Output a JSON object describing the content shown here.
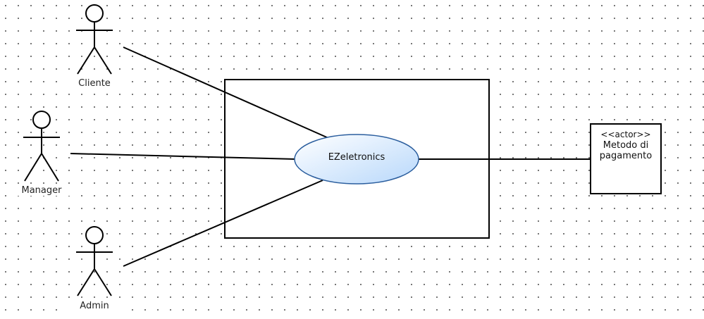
{
  "actors": [
    {
      "id": "cliente",
      "label": "Cliente"
    },
    {
      "id": "manager",
      "label": "Manager"
    },
    {
      "id": "admin",
      "label": "Admin"
    }
  ],
  "use_case": {
    "label": "EZeletronics"
  },
  "external_actor": {
    "stereotype": "<<actor>>",
    "name_line1": "Metodo di",
    "name_line2": "pagamento"
  },
  "colors": {
    "line": "#000000",
    "usecase_fill_light": "#ffffff",
    "usecase_fill_dark": "#b8d8fb",
    "usecase_stroke": "#2b5e9e"
  },
  "icons": [
    "stick-figure-icon",
    "stick-figure-icon",
    "stick-figure-icon"
  ]
}
